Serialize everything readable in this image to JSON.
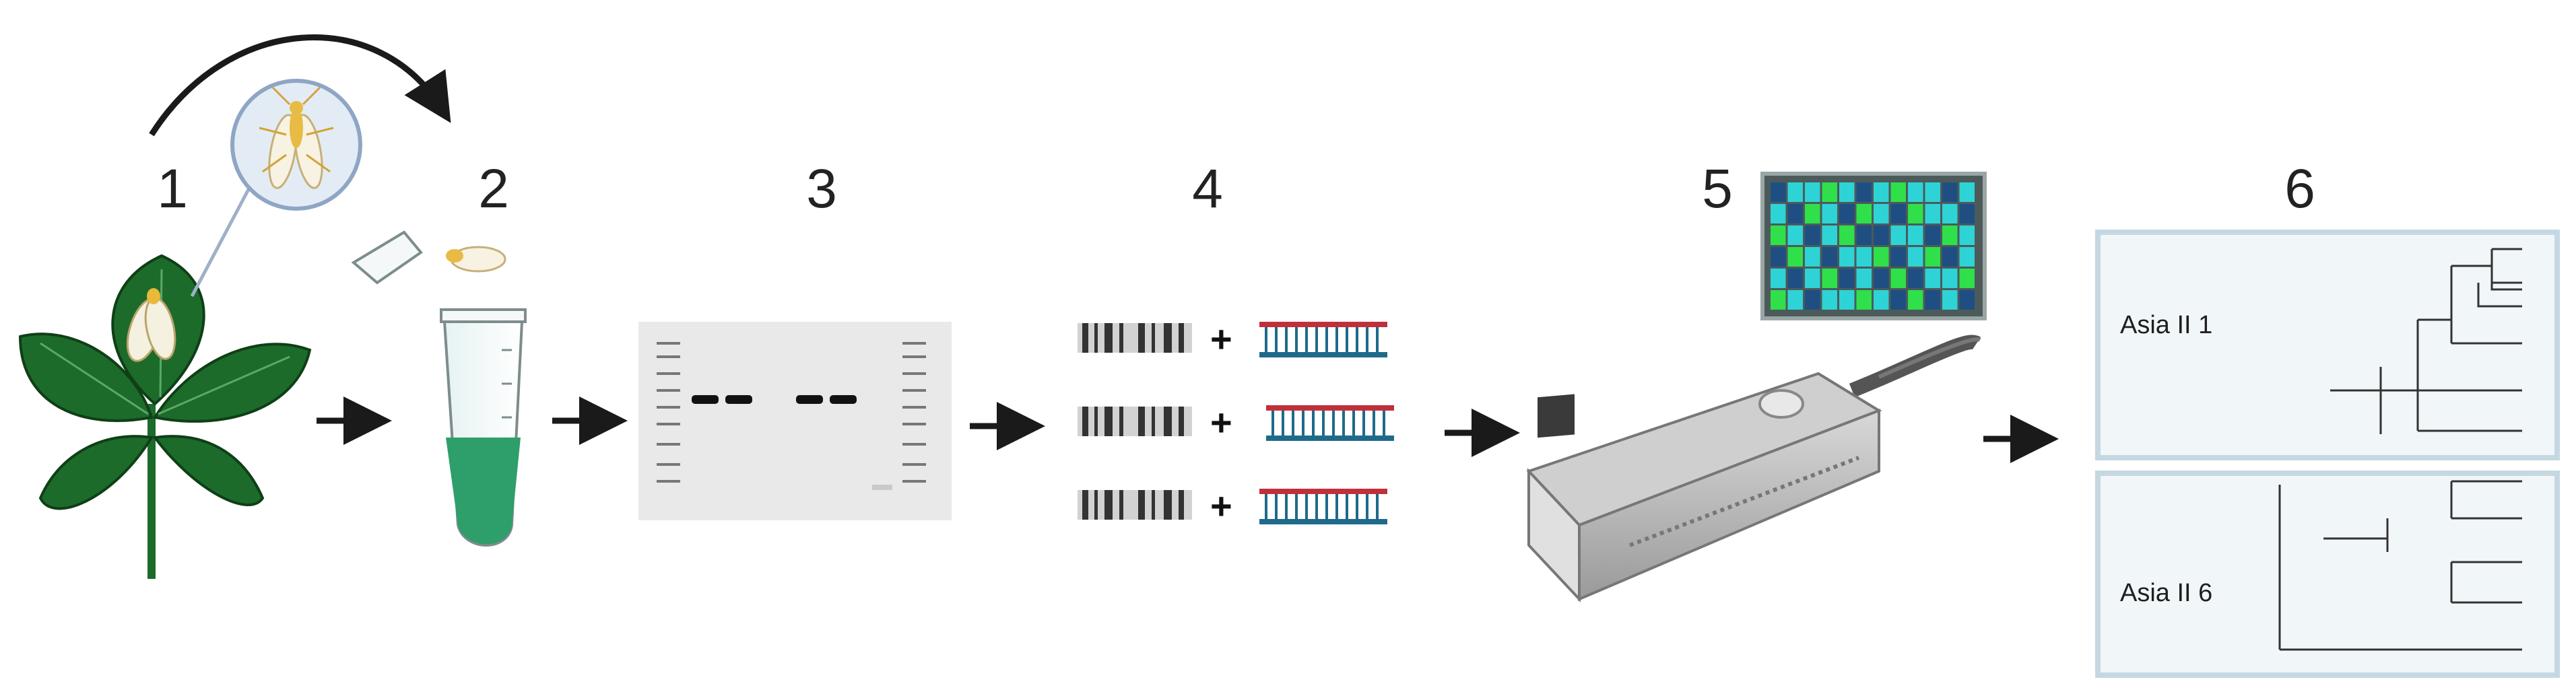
{
  "steps": [
    {
      "number": "1"
    },
    {
      "number": "2"
    },
    {
      "number": "3"
    },
    {
      "number": "4"
    },
    {
      "number": "5"
    },
    {
      "number": "6"
    }
  ],
  "tree_panels": [
    {
      "label": "Asia II 1"
    },
    {
      "label": "Asia II 6"
    }
  ],
  "colors": {
    "leaf_green": "#1c6b2a",
    "tube_liquid": "#2e9e6a",
    "arrow": "#1a1a1a",
    "panel_border": "#c5d8e2",
    "panel_fill": "#f1f6f9",
    "grid_dark": "#1f4f82",
    "grid_cyan": "#2ed3d6",
    "grid_green": "#2fe04a",
    "adapter_red": "#c0303a",
    "adapter_blue": "#1f6a8a"
  }
}
